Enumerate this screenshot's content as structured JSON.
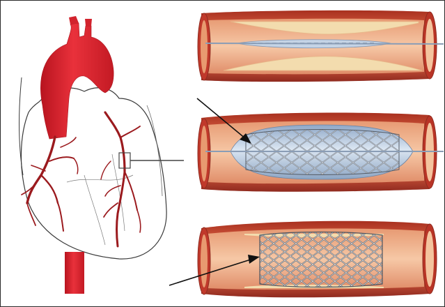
{
  "figure": {
    "description_free": true,
    "colors": {
      "aorta": "#e01f2c",
      "artery_dark": "#9b1a1e",
      "vessel_wall": "#c8402f",
      "vessel_wall_dark": "#8f2a1f",
      "vessel_lumen": "#f0b38e",
      "plaque": "#f6e1b6",
      "balloon": "#b9cde3",
      "stent_wire": "#6a6f78",
      "outline": "#3a3a3a",
      "frame": "#2a2a2a"
    },
    "panels": [
      {
        "stage": "catheter-in-narrowed-artery",
        "has_arrow": false
      },
      {
        "stage": "balloon-expands-stent",
        "has_arrow": true
      },
      {
        "stage": "stent-left-in-place",
        "has_arrow": true
      }
    ]
  }
}
